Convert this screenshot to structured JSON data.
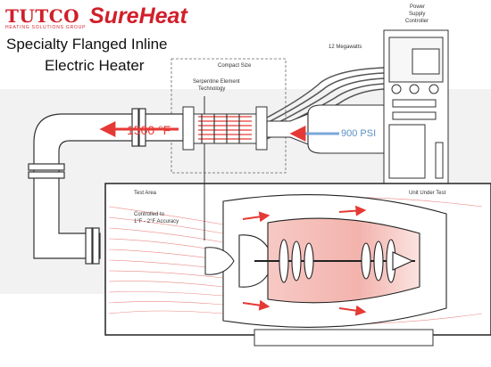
{
  "brand": {
    "company": "TUTCO",
    "company_sub": "HEATING SOLUTIONS GROUP",
    "product": "SureHeat",
    "color_red": "#d11f2a"
  },
  "title": {
    "line1": "Specialty Flanged Inline",
    "line2": "Electric Heater"
  },
  "labels": {
    "compact_size": "Compact Size",
    "serpentine": "Serpentine Element",
    "technology": "Technology",
    "megawatts": "12 Megawatts",
    "power1": "Power",
    "power2": "Supply",
    "power3": "Controller",
    "temperature": "1500 °F",
    "pressure": "900 PSI",
    "test_area": "Test Area",
    "controlled1": "Controlled to",
    "controlled2": "1°F - 2°F Accuracy",
    "unit_under_test": "Unit Under Test"
  },
  "colors": {
    "hot_flow": "#e53935",
    "cold_flow": "#7aa7d8",
    "line": "#333333"
  }
}
